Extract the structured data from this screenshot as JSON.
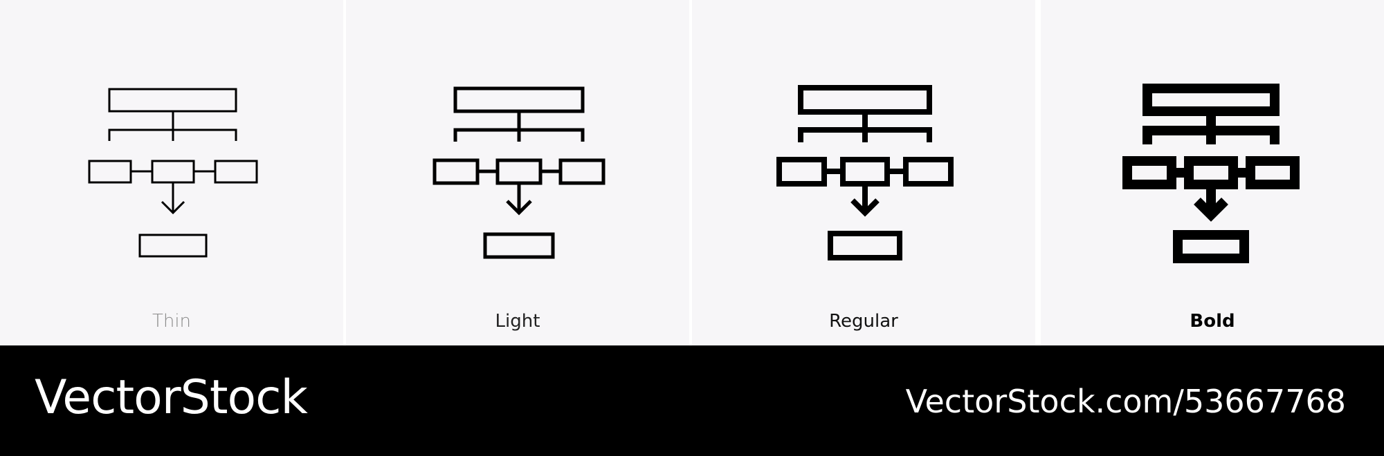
{
  "variants": [
    {
      "label": "Thin",
      "label_color": "#8a8a8a",
      "label_weight": "300"
    },
    {
      "label": "Light",
      "label_color": "#222222",
      "label_weight": "400"
    },
    {
      "label": "Regular",
      "label_color": "#111111",
      "label_weight": "400"
    },
    {
      "label": "Bold",
      "label_color": "#000000",
      "label_weight": "700"
    }
  ],
  "icon": "flowchart-hierarchy-icon",
  "colors": {
    "panel_bg": "#f7f6f8",
    "footer_bg": "#000000",
    "ink": "#000000"
  },
  "footer": {
    "brand": "VectorStock",
    "url": "VectorStock.com/53667768"
  }
}
